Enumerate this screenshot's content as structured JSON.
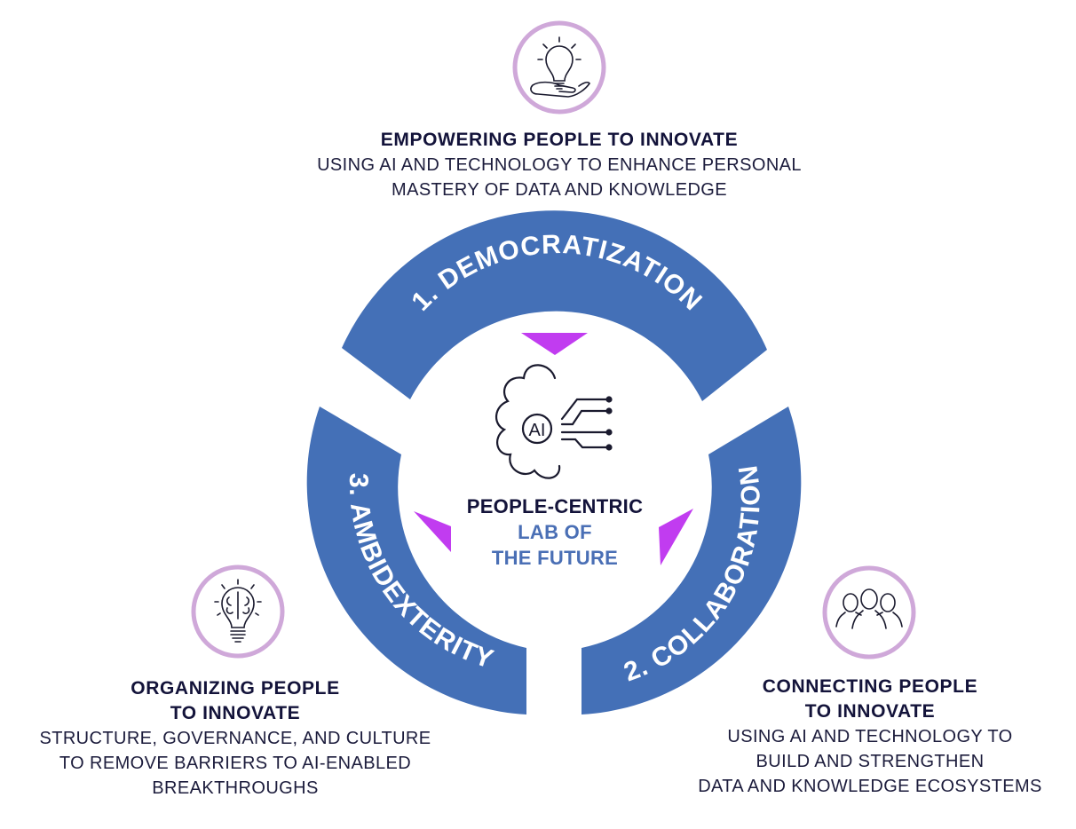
{
  "colors": {
    "segment_fill": "#4470b7",
    "segment_text": "#ffffff",
    "arrow_fill": "#c13cf0",
    "icon_ring": "#cfa8d9",
    "icon_stroke": "#1a1a2e",
    "title_text": "#13133a",
    "accent_text": "#4a6fb5"
  },
  "center": {
    "icon": "ai-brain-circuit-icon",
    "icon_text": "AI",
    "line1": "PEOPLE-CENTRIC",
    "line2": "LAB OF",
    "line3": "THE FUTURE"
  },
  "segments": [
    {
      "label": "1. DEMOCRATIZATION"
    },
    {
      "label": "2. COLLABORATION"
    },
    {
      "label": "3. AMBIDEXTERITY"
    }
  ],
  "pillars": {
    "top": {
      "icon": "lightbulb-in-hand-icon",
      "title": "EMPOWERING PEOPLE TO INNOVATE",
      "lines": [
        "USING AI AND TECHNOLOGY TO ENHANCE PERSONAL",
        "MASTERY OF DATA AND KNOWLEDGE"
      ]
    },
    "left": {
      "icon": "lightbulb-brain-icon",
      "title_lines": [
        "ORGANIZING PEOPLE",
        "TO INNOVATE"
      ],
      "lines": [
        "STRUCTURE, GOVERNANCE, AND CULTURE",
        "TO REMOVE BARRIERS TO AI-ENABLED",
        "BREAKTHROUGHS"
      ]
    },
    "right": {
      "icon": "people-group-icon",
      "title_lines": [
        "CONNECTING PEOPLE",
        "TO INNOVATE"
      ],
      "lines": [
        "USING AI AND TECHNOLOGY TO",
        "BUILD AND STRENGTHEN",
        "DATA AND KNOWLEDGE ECOSYSTEMS"
      ]
    }
  }
}
